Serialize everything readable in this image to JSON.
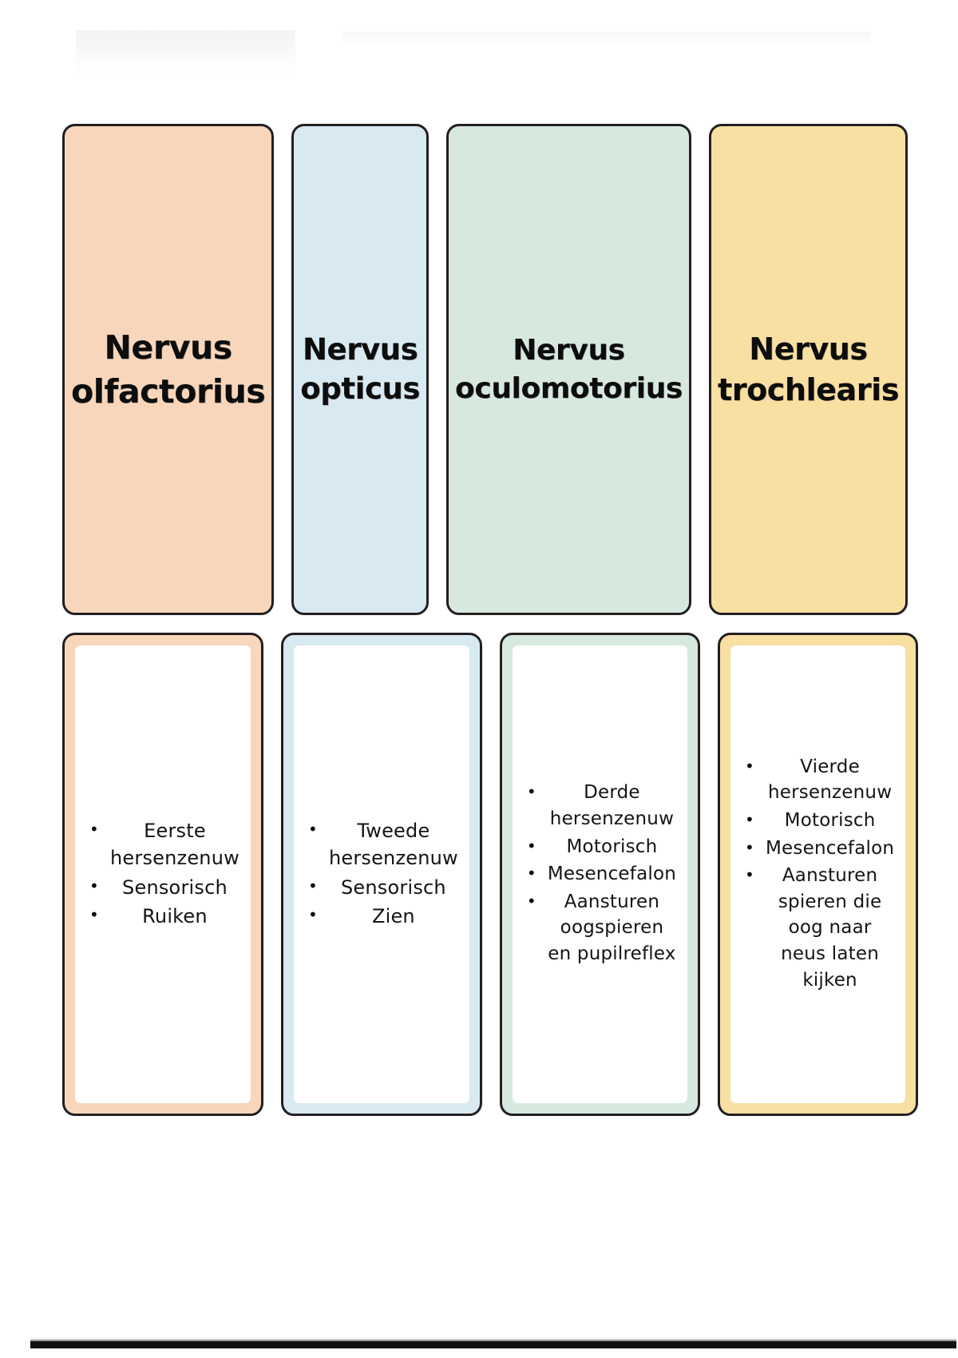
{
  "page": {
    "background_color": "#ffffff",
    "border_color": "#231f20",
    "bottom_bar_color": "#121212"
  },
  "cards": [
    {
      "title": "Nervus olfactorius",
      "title_line1": "Nervus",
      "title_line2": "olfactorius",
      "color": "#f7d6bb",
      "detail_border_color": "#f7d6bb",
      "bullets": [
        "Eerste hersenzenuw",
        "Sensorisch",
        "Ruiken"
      ]
    },
    {
      "title": "Nervus opticus",
      "title_line1": "Nervus",
      "title_line2": "opticus",
      "color": "#d9e9f2",
      "detail_border_color": "#d9e9f2",
      "bullets": [
        "Tweede hersenzenuw",
        "Sensorisch",
        "Zien"
      ]
    },
    {
      "title": "Nervus oculomotorius",
      "title_line1": "Nervus",
      "title_line2": "oculomotorius",
      "color": "#d7e8df",
      "detail_border_color": "#d7e8df",
      "bullets": [
        "Derde hersenzenuw",
        "Motorisch",
        "Mesencefalon",
        "Aansturen oogspieren en pupilreflex"
      ]
    },
    {
      "title": "Nervus trochlearis",
      "title_line1": "Nervus",
      "title_line2": "trochlearis",
      "color": "#f8dfa2",
      "detail_border_color": "#f8dfa2",
      "bullets": [
        "Vierde hersenzenuw",
        "Motorisch",
        "Mesencefalon",
        "Aansturen spieren die oog naar neus laten kijken"
      ]
    }
  ]
}
